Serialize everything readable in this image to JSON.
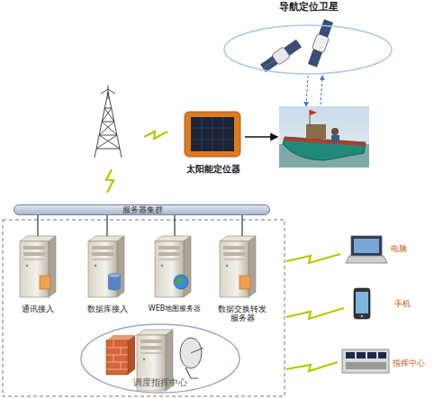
{
  "diagram": {
    "nodes": [
      {
        "text": [
          "导航定位卫星"
        ]
      },
      {
        "text": [
          "太阳能定位器"
        ]
      },
      {
        "text": [
          "服务器集群"
        ]
      },
      {
        "text": [
          "通讯接入"
        ]
      },
      {
        "text": [
          "数据库接入"
        ]
      },
      {
        "text": [
          "WEB地图服务器"
        ]
      },
      {
        "text": [
          "数据交换转发服务器"
        ]
      },
      {
        "text": [
          "调度指挥中心"
        ]
      },
      {
        "text": [
          "电脑"
        ]
      },
      {
        "text": [
          "手机"
        ]
      },
      {
        "text": [
          "指挥中心"
        ]
      }
    ],
    "edges": [
      {
        "from": 2,
        "to": 3,
        "arrow": "none"
      },
      {
        "from": 2,
        "to": 4,
        "arrow": "none"
      },
      {
        "from": 2,
        "to": 5,
        "arrow": "none"
      },
      {
        "from": 2,
        "to": 6,
        "arrow": "none"
      }
    ]
  }
}
